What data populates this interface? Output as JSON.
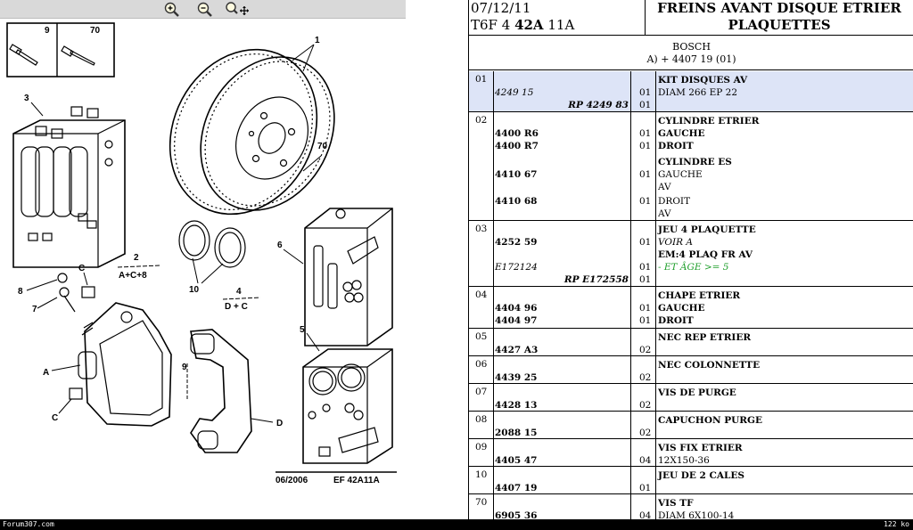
{
  "status": {
    "left": "Forum307.com",
    "right": "122 ko"
  },
  "toolbar": {
    "zoom_in": "zoom-in",
    "zoom_out": "zoom-out",
    "pan": "pan"
  },
  "diagram": {
    "labels": {
      "l9": "9",
      "l70": "70",
      "l1": "1",
      "l70b": "70",
      "l3": "3",
      "l2": "2",
      "l2sub": "A+C+8",
      "l4": "4",
      "l4sub": "D + C",
      "l10": "10",
      "l6": "6",
      "l5": "5",
      "l8": "8",
      "l7": "7",
      "lC1": "C",
      "lC2": "C",
      "lA": "A",
      "lD": "D",
      "l9b": "9"
    },
    "footer_date": "06/2006",
    "footer_code": "EF 42A11A"
  },
  "header": {
    "date": "07/12/11",
    "code_prefix": "T6F 4",
    "code_bold": "42A",
    "code_suffix": "11A",
    "title_line1": "FREINS AVANT DISQUE ETRIER",
    "title_line2": "PLAQUETTES",
    "brand": "BOSCH",
    "brand_sub": "A) + 4407 19 (01)"
  },
  "rows": [
    {
      "num": "01",
      "lines": [
        {
          "ref": "",
          "qty": "",
          "desc": "KIT DISQUES AV"
        },
        {
          "ref": "4249 15",
          "qty": "01",
          "desc": "DIAM 266 EP 22"
        },
        {
          "rp": "RP 4249 83",
          "qty": "01",
          "desc": ""
        }
      ]
    },
    {
      "num": "02",
      "lines": [
        {
          "ref": "",
          "qty": "",
          "desc": "CYLINDRE ETRIER"
        },
        {
          "ref": "4400 R6",
          "qty": "01",
          "desc": "GAUCHE"
        },
        {
          "ref": "4400 R7",
          "qty": "01",
          "desc": "DROIT"
        },
        {
          "ref": "",
          "qty": "",
          "desc": "CYLINDRE ES"
        },
        {
          "ref": "4410 67",
          "qty": "01",
          "desc": "GAUCHE"
        },
        {
          "ref": "",
          "qty": "",
          "desc": "AV"
        },
        {
          "ref": "4410 68",
          "qty": "01",
          "desc": "DROIT"
        },
        {
          "ref": "",
          "qty": "",
          "desc": "AV"
        }
      ]
    },
    {
      "num": "03",
      "lines": [
        {
          "ref": "",
          "qty": "",
          "desc": "JEU 4 PLAQUETTE"
        },
        {
          "ref": "4252 59",
          "qty": "01",
          "desc": "VOIR A"
        },
        {
          "ref": "",
          "qty": "",
          "desc": "EM:4 PLAQ FR AV"
        },
        {
          "ref": "E172124",
          "qty": "01",
          "desc": "- ET ÂGE >= 5"
        },
        {
          "rp": "RP E172558",
          "qty": "01",
          "desc": ""
        }
      ]
    },
    {
      "num": "04",
      "lines": [
        {
          "ref": "",
          "qty": "",
          "desc": "CHAPE ETRIER"
        },
        {
          "ref": "4404 96",
          "qty": "01",
          "desc": "GAUCHE"
        },
        {
          "ref": "4404 97",
          "qty": "01",
          "desc": "DROIT"
        }
      ]
    },
    {
      "num": "05",
      "lines": [
        {
          "ref": "",
          "qty": "",
          "desc": "NEC REP ETRIER"
        },
        {
          "ref": "4427 A3",
          "qty": "02",
          "desc": ""
        }
      ]
    },
    {
      "num": "06",
      "lines": [
        {
          "ref": "",
          "qty": "",
          "desc": "NEC COLONNETTE"
        },
        {
          "ref": "4439 25",
          "qty": "02",
          "desc": ""
        }
      ]
    },
    {
      "num": "07",
      "lines": [
        {
          "ref": "",
          "qty": "",
          "desc": "VIS DE PURGE"
        },
        {
          "ref": "4428 13",
          "qty": "02",
          "desc": ""
        }
      ]
    },
    {
      "num": "08",
      "lines": [
        {
          "ref": "",
          "qty": "",
          "desc": "CAPUCHON PURGE"
        },
        {
          "ref": "2088 15",
          "qty": "02",
          "desc": ""
        }
      ]
    },
    {
      "num": "09",
      "lines": [
        {
          "ref": "",
          "qty": "",
          "desc": "VIS FIX ETRIER"
        },
        {
          "ref": "4405 47",
          "qty": "04",
          "desc": "12X150-36"
        }
      ]
    },
    {
      "num": "10",
      "lines": [
        {
          "ref": "",
          "qty": "",
          "desc": "JEU DE 2 CALES"
        },
        {
          "ref": "4407 19",
          "qty": "01",
          "desc": ""
        }
      ]
    },
    {
      "num": "70",
      "lines": [
        {
          "ref": "",
          "qty": "",
          "desc": "VIS TF"
        },
        {
          "ref": "6905 36",
          "qty": "04",
          "desc": "DIAM 6X100-14"
        }
      ]
    }
  ]
}
